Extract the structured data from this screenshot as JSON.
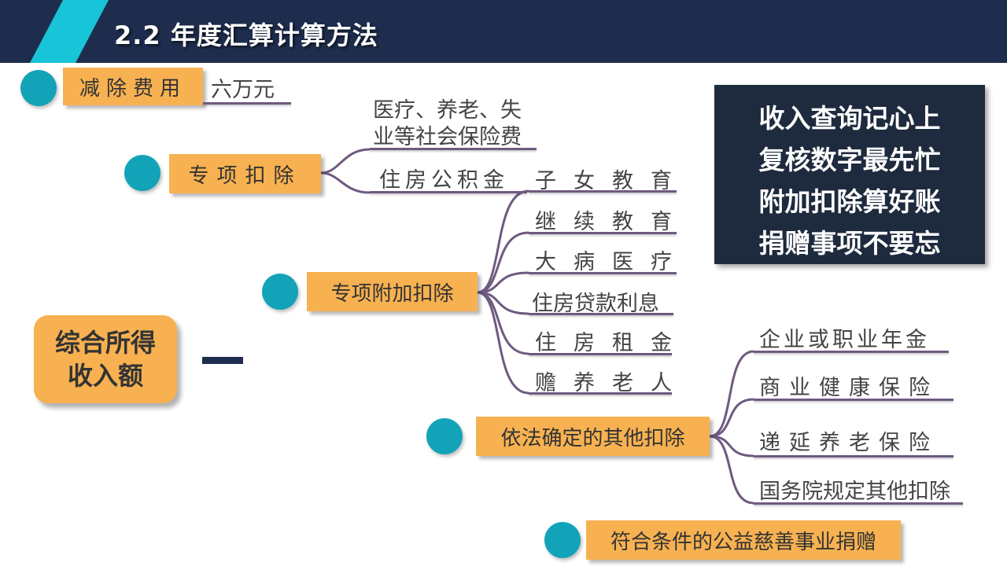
{
  "header": {
    "title": "2.2  年度汇算计算方法"
  },
  "main": {
    "line1": "综合所得",
    "line2": "收入额"
  },
  "items": {
    "reduce": {
      "label": "减除费用",
      "value": "六万元"
    },
    "special": {
      "label": "专项扣除",
      "sub1": "医疗、养老、失",
      "sub2": "业等社会保险费",
      "sub3": "住房公积金"
    },
    "additional": {
      "label": "专项附加扣除",
      "subs": [
        "子女教育",
        "继续教育",
        "大病医疗",
        "住房贷款利息",
        "住房租金",
        "赡养老人"
      ]
    },
    "other": {
      "label": "依法确定的其他扣除",
      "subs": [
        "企业或职业年金",
        "商业健康保险",
        "递延养老保险",
        "国务院规定其他扣除"
      ]
    },
    "donation": {
      "label": "符合条件的公益慈善事业捐赠"
    }
  },
  "poem": {
    "lines": [
      "收入查询记心上",
      "复核数字最先忙",
      "附加扣除算好账",
      "捐赠事项不要忘"
    ]
  },
  "colors": {
    "header_bg": "#1e2d4d",
    "accent": "#18c4d8",
    "box": "#f7b151",
    "dot": "#12a3b8",
    "line": "#6e5a80",
    "poem_bg": "#1e2a3d"
  }
}
